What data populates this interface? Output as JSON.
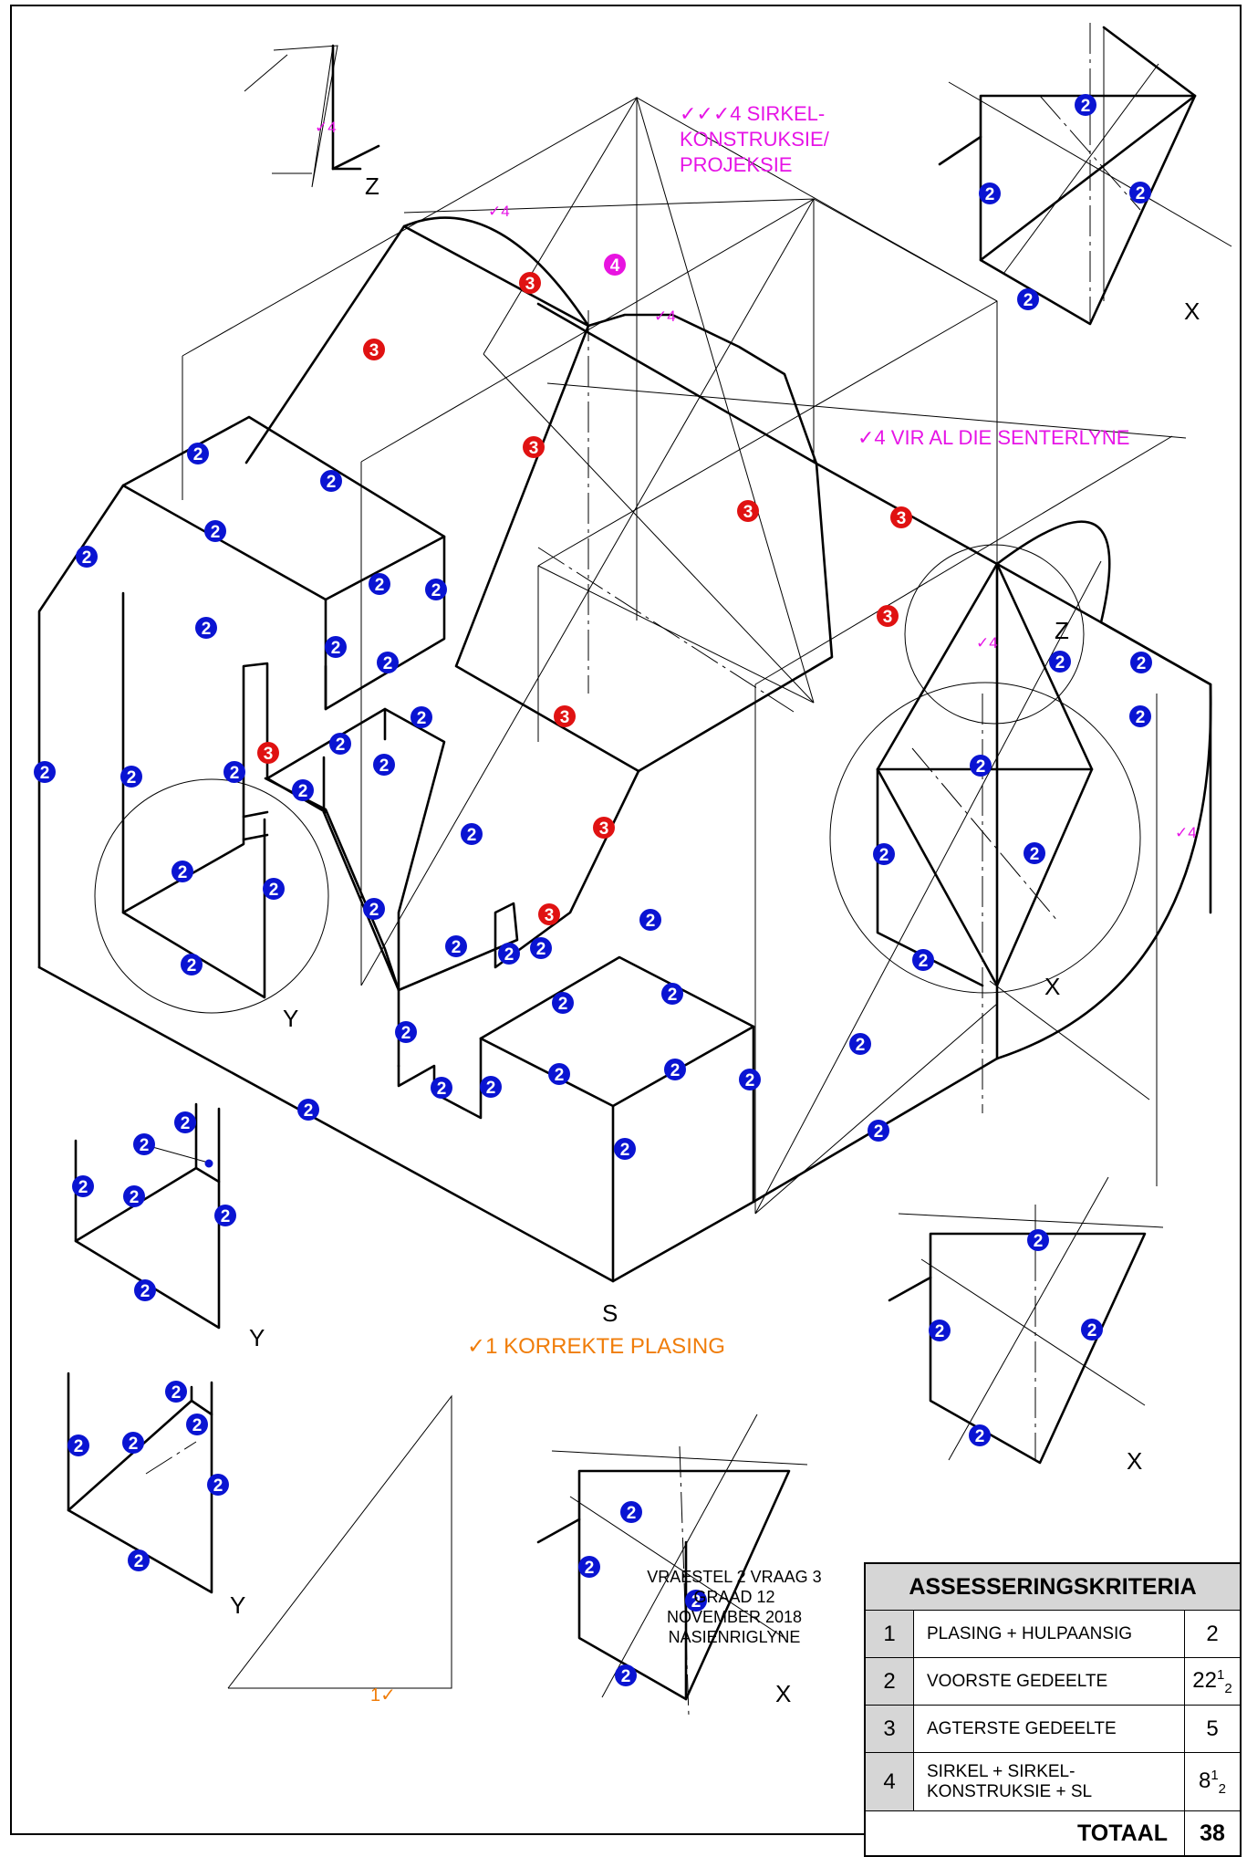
{
  "annotations": {
    "circle_construction": "✓✓✓4  SIRKEL-",
    "circle_construction_2": "KONSTRUKSIE/",
    "circle_construction_3": "PROJEKSIE",
    "centre_lines": "✓4  VIR AL DIE SENTERLYNE",
    "correct_placement": "✓1  KORREKTE PLASING",
    "tick_4": "✓4",
    "tick_1": "1✓"
  },
  "labels": {
    "z": "Z",
    "x": "X",
    "y": "Y",
    "s": "S"
  },
  "marker_colors": {
    "front": "#0a14d2",
    "back": "#e01212",
    "circle": "#e814e0",
    "ticks": "#e614e6",
    "placement": "#f07d0a"
  },
  "footer": {
    "line1": "VRAESTEL 2 VRAAG 3",
    "line2": "GRAAD 12",
    "line3": "NOVEMBER 2018",
    "line4": "NASIENRIGLYNE"
  },
  "criteria": {
    "title": "ASSESSERINGSKRITERIA",
    "rows": [
      {
        "no": "1",
        "desc": "PLASING + HULPAANSIG",
        "mark": "2"
      },
      {
        "no": "2",
        "desc": "VOORSTE GEDEELTE",
        "mark_whole": "22",
        "mark_num": "1",
        "mark_den": "2"
      },
      {
        "no": "3",
        "desc": "AGTERSTE GEDEELTE",
        "mark": "5"
      },
      {
        "no": "4",
        "desc": "SIRKEL + SIRKEL-",
        "desc2": "KONSTRUKSIE + SL",
        "mark_whole": "8",
        "mark_num": "1",
        "mark_den": "2"
      }
    ],
    "total_label": "TOTAAL",
    "total_value": "38"
  }
}
